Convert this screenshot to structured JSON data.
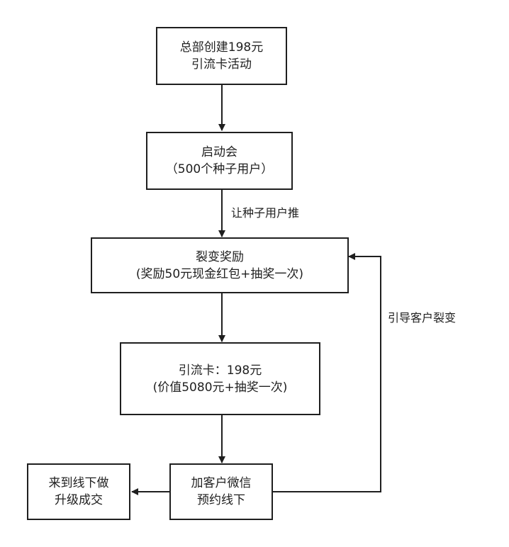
{
  "diagram": {
    "nodes": {
      "create": {
        "line1": "总部创建198元",
        "line2": "引流卡活动"
      },
      "kickoff": {
        "line1": "启动会",
        "line2": "（500个种子用户）"
      },
      "fission": {
        "line1": "裂变奖励",
        "line2": "(奖励50元现金红包+抽奖一次)"
      },
      "card": {
        "line1": "引流卡：198元",
        "line2": "(价值5080元+抽奖一次)"
      },
      "wechat": {
        "line1": "加客户微信",
        "line2": "预约线下"
      },
      "offline": {
        "line1": "来到线下做",
        "line2": "升级成交"
      }
    },
    "edge_labels": {
      "seed_push": "让种子用户推",
      "guide_fission": "引导客户裂变"
    },
    "colors": {
      "stroke": "#1f1f1f",
      "fill": "#ffffff"
    }
  }
}
